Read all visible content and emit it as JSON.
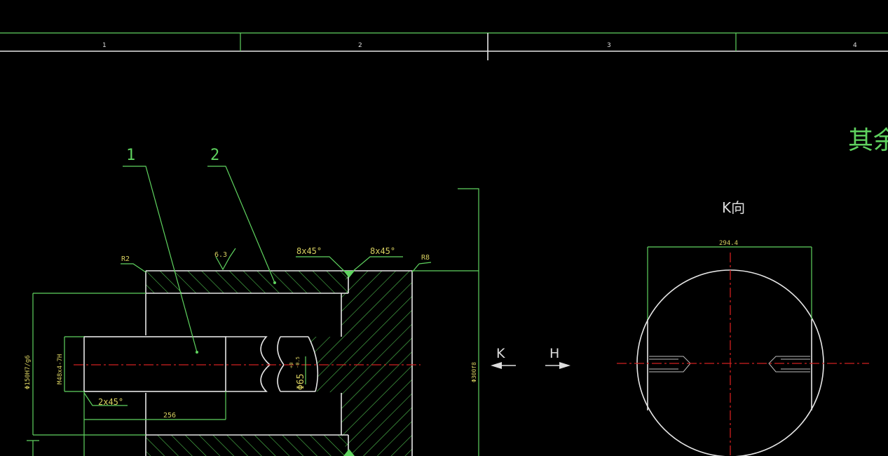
{
  "zones": [
    "1",
    "2",
    "3",
    "4"
  ],
  "leaders": {
    "part1": "1",
    "part2": "2"
  },
  "dims": {
    "fillet_left": "R2",
    "roughness": "6.3",
    "chamfer_a": "8x45°",
    "chamfer_b": "8x45°",
    "fillet_right": "R8",
    "bore_dia": "Φ150H7/g6",
    "thread": "M48x4-7H",
    "chamfer_small": "2x45°",
    "length": "256",
    "neck_dia": "Φ65",
    "neck_tol_upper": "+0",
    "neck_tol_lower": "-0.5",
    "outer_dia": "Φ300f8",
    "k_view_width": "294.4"
  },
  "view_arrows": {
    "k": "K",
    "h": "H"
  },
  "k_view_title": "K向",
  "note_rest": "其余",
  "colors": {
    "background": "#000000",
    "outline": "#e6e6e6",
    "dimension": "#5fd35f",
    "centerline": "#d02020"
  }
}
